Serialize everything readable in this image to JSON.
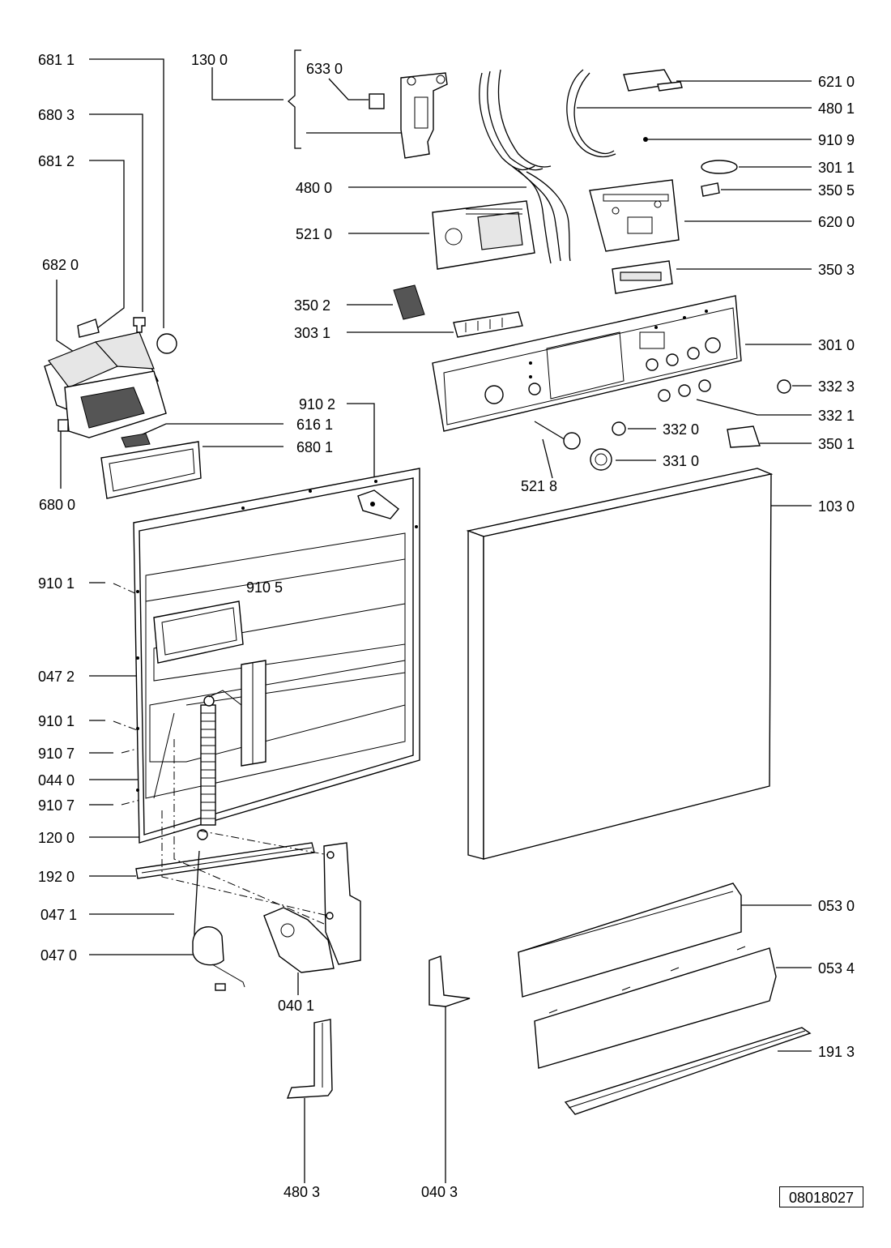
{
  "drawing_id": "08018027",
  "part_labels": {
    "p6811": "681 1",
    "p1300": "130 0",
    "p6330": "633 0",
    "p6803": "680 3",
    "p6812": "681 2",
    "p6820": "682 0",
    "p4800": "480 0",
    "p5210": "521 0",
    "p3502": "350 2",
    "p3031": "303 1",
    "p9102": "910 2",
    "p6161": "616 1",
    "p6801": "680 1",
    "p6800": "680 0",
    "p9101a": "910 1",
    "p9105": "910 5",
    "p0472": "047 2",
    "p9101b": "910 1",
    "p9107a": "910 7",
    "p0440": "044 0",
    "p9107b": "910 7",
    "p1200": "120 0",
    "p1920": "192 0",
    "p0471": "047 1",
    "p0470": "047 0",
    "p0401": "040 1",
    "p4803": "480 3",
    "p0403": "040 3",
    "p6210": "621 0",
    "p4801": "480 1",
    "p9109": "910 9",
    "p3011": "301 1",
    "p3505": "350 5",
    "p6200": "620 0",
    "p3503": "350 3",
    "p3010": "301 0",
    "p3323": "332 3",
    "p3321": "332 1",
    "p3320": "332 0",
    "p3501": "350 1",
    "p5218": "521 8",
    "p3310": "331 0",
    "p1030": "103 0",
    "p0530": "053 0",
    "p0534": "053 4",
    "p1913": "191 3"
  }
}
